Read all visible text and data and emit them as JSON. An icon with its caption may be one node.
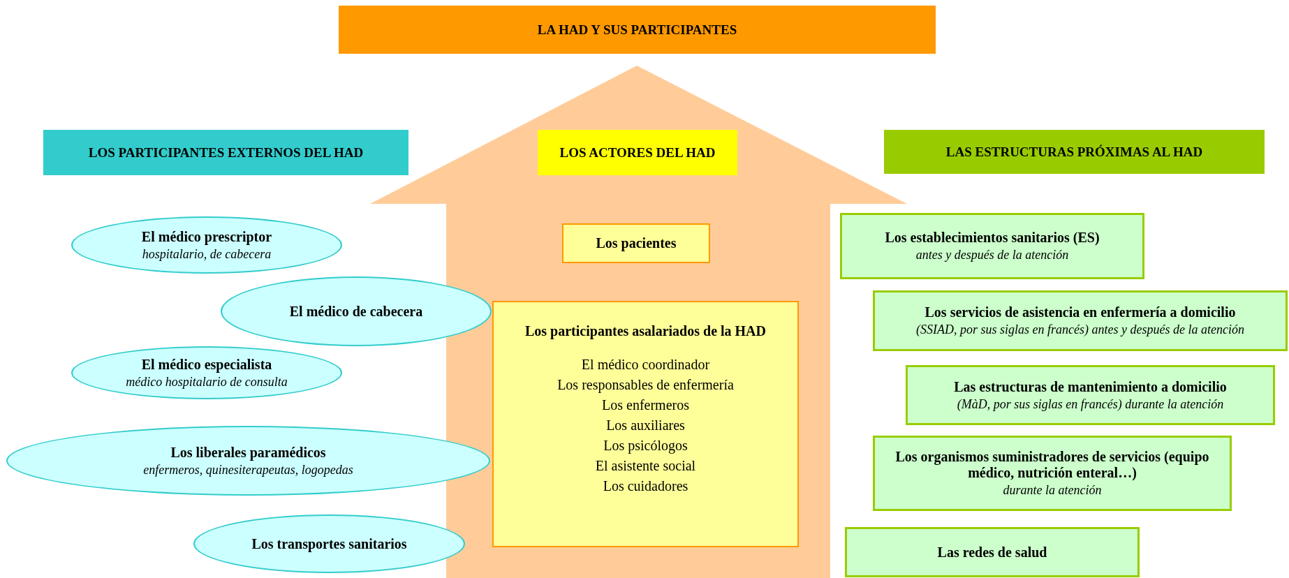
{
  "diagram": {
    "nodes": [
      {
        "text": [
          "LA HAD Y SUS PARTICIPANTES"
        ]
      },
      {
        "text": [
          "LOS PARTICIPANTES EXTERNOS DEL HAD"
        ]
      },
      {
        "text": [],
        "shape": "arrow"
      },
      {
        "text": [
          "LOS ACTORES DEL HAD"
        ],
        "in": 2
      },
      {
        "text": [
          "Los pacientes"
        ],
        "in": 2
      },
      {
        "text": [
          "Los participantes asalariados de la HAD",
          "El médico coordinador",
          "Los responsables de enfermería",
          "Los enfermeros",
          "Los auxiliares",
          "Los psicólogos",
          "El asistente social",
          "Los cuidadores"
        ],
        "in": 2
      },
      {
        "text": [
          "LAS ESTRUCTURAS PRÓXIMAS AL HAD"
        ]
      },
      {
        "text": [
          "El médico prescriptor",
          "hospitalario, de cabecera"
        ]
      },
      {
        "text": [
          "El médico de cabecera"
        ]
      },
      {
        "text": [
          "El médico especialista",
          "médico hospitalario de consulta"
        ]
      },
      {
        "text": [
          "Los liberales paramédicos",
          "enfermeros, quinesiterapeutas, logopedas"
        ]
      },
      {
        "text": [
          "Los transportes sanitarios"
        ]
      },
      {
        "text": [
          "Los establecimientos sanitarios (ES)",
          "antes y después de la atención"
        ]
      },
      {
        "text": [
          "Los servicios de asistencia en enfermería a domicilio",
          "(SSIAD, por sus siglas en francés) antes y después de la atención"
        ]
      },
      {
        "text": [
          "Las estructuras de mantenimiento a domicilio",
          "(MàD, por sus siglas en francés) durante la atención"
        ]
      },
      {
        "text": [
          "Los organismos suministradores de servicios (equipo médico, nutrición enteral…)",
          "durante la atención"
        ]
      },
      {
        "text": [
          "Las redes de salud"
        ]
      }
    ]
  }
}
